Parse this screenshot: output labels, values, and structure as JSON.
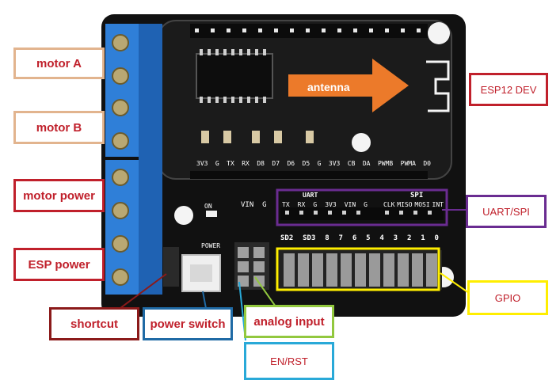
{
  "board": {
    "antenna_arrow_label": "antenna",
    "top_header_labels": [
      "3V3",
      "G",
      "TX",
      "RX",
      "D8",
      "D7",
      "D6",
      "D5",
      "G",
      "3V3",
      "CB",
      "DA",
      "PWMB",
      "PWMA",
      "D0"
    ],
    "uart_title": "UART",
    "uart_pins": [
      "TX",
      "RX",
      "G",
      "3V3",
      "VIN",
      "G"
    ],
    "spi_title": "SPI",
    "spi_pins": [
      "CLK",
      "MISO",
      "MOSI",
      "INT"
    ],
    "gpio_labels": [
      "SD2",
      "SD3",
      "8",
      "7",
      "6",
      "5",
      "4",
      "3",
      "2",
      "1",
      "0"
    ],
    "on_label": "ON",
    "vin_g_label": "VIN  G",
    "power_label": "POWER"
  },
  "callouts": {
    "motor_a": "motor A",
    "motor_b": "motor B",
    "motor_power": "motor power",
    "esp_power": "ESP power",
    "shortcut": "shortcut",
    "power_switch": "power switch",
    "analog_input": "analog input",
    "en_rst": "EN/RST",
    "esp12_dev": "ESP12 DEV",
    "uart_spi": "UART/SPI",
    "gpio": "GPIO"
  },
  "colors": {
    "red": "#c0202b",
    "tan": "#e2b48e",
    "blue_dark": "#1f6aa5",
    "cyan": "#29a9d8",
    "green": "#92c83e",
    "purple": "#6a2c91",
    "yellow": "#ffee00",
    "dark_red": "#8b1a1a",
    "orange": "#ec7a2a"
  }
}
